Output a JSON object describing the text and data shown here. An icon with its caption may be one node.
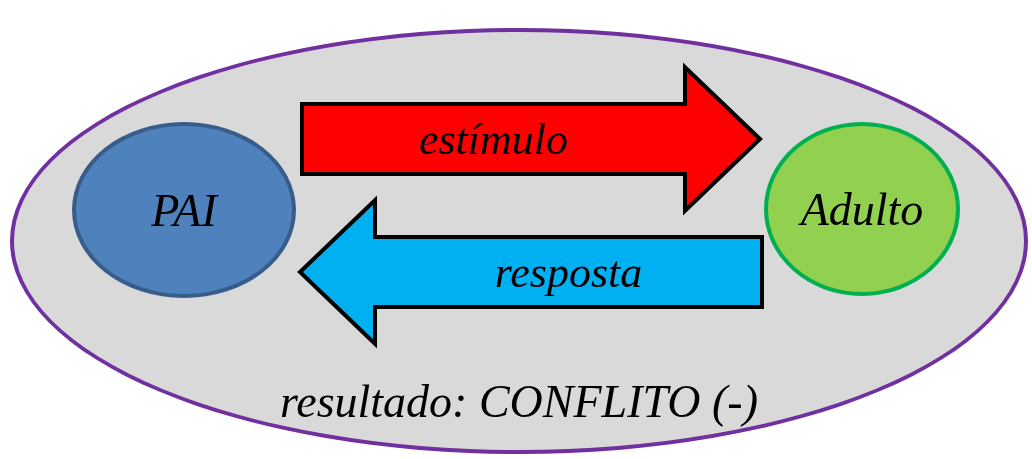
{
  "diagram": {
    "nodes": [
      {
        "text": [
          "resultado: CONFLITO (-)"
        ]
      },
      {
        "text": [
          "PAI"
        ],
        "in": 0
      },
      {
        "text": [
          "Adulto"
        ],
        "in": 0
      }
    ],
    "edges": [
      {
        "from": 1,
        "to": 2,
        "arrow": "to",
        "label": "estímulo",
        "style": "thick",
        "color": "#ff0000"
      },
      {
        "from": 2,
        "to": 1,
        "arrow": "to",
        "label": "resposta",
        "style": "thick",
        "color": "#00b0f0"
      }
    ]
  }
}
